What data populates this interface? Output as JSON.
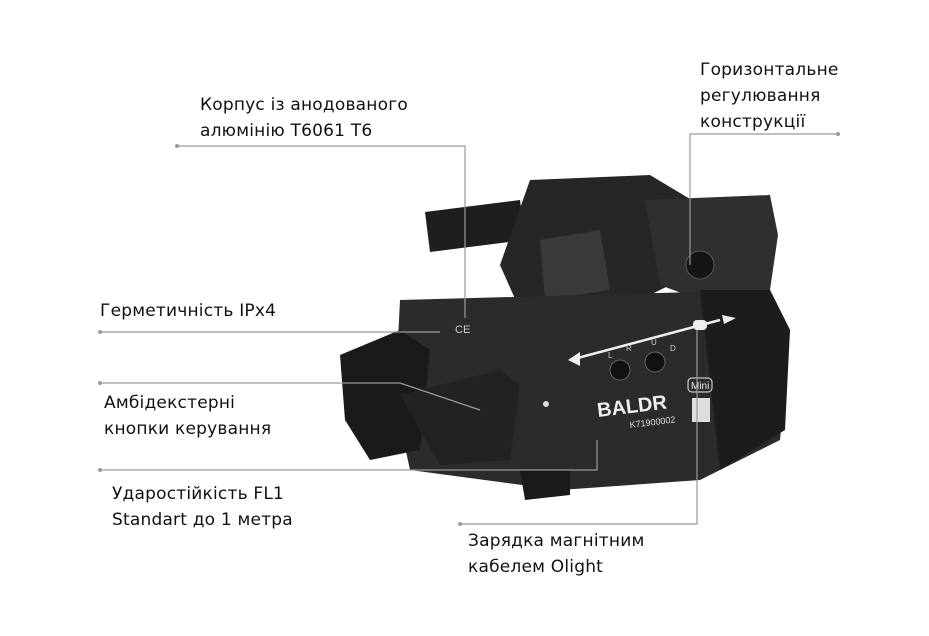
{
  "callouts": [
    {
      "lines": [
        "Корпус із анодованого",
        "алюмінію T6061 T6"
      ]
    },
    {
      "lines": [
        "Горизонтальне",
        "регулювання",
        "конструкції"
      ]
    },
    {
      "lines": [
        "Герметичність IPx4"
      ]
    },
    {
      "lines": [
        "Амбідекстерні",
        "кнопки керування"
      ]
    },
    {
      "lines": [
        "Ударостійкість FL1",
        "Standart до 1 метра"
      ]
    },
    {
      "lines": [
        "Зарядка магнітним",
        "кабелем Olight"
      ]
    }
  ],
  "product": {
    "brand": "BALDR",
    "model_badge": "Mini",
    "serial": "K71900002",
    "switch_labels": [
      "L",
      "R",
      "U",
      "D"
    ],
    "ce_mark": "CE"
  },
  "colors": {
    "body": "#2b2b2b",
    "line": "#9a9a9a",
    "text": "#111111"
  }
}
